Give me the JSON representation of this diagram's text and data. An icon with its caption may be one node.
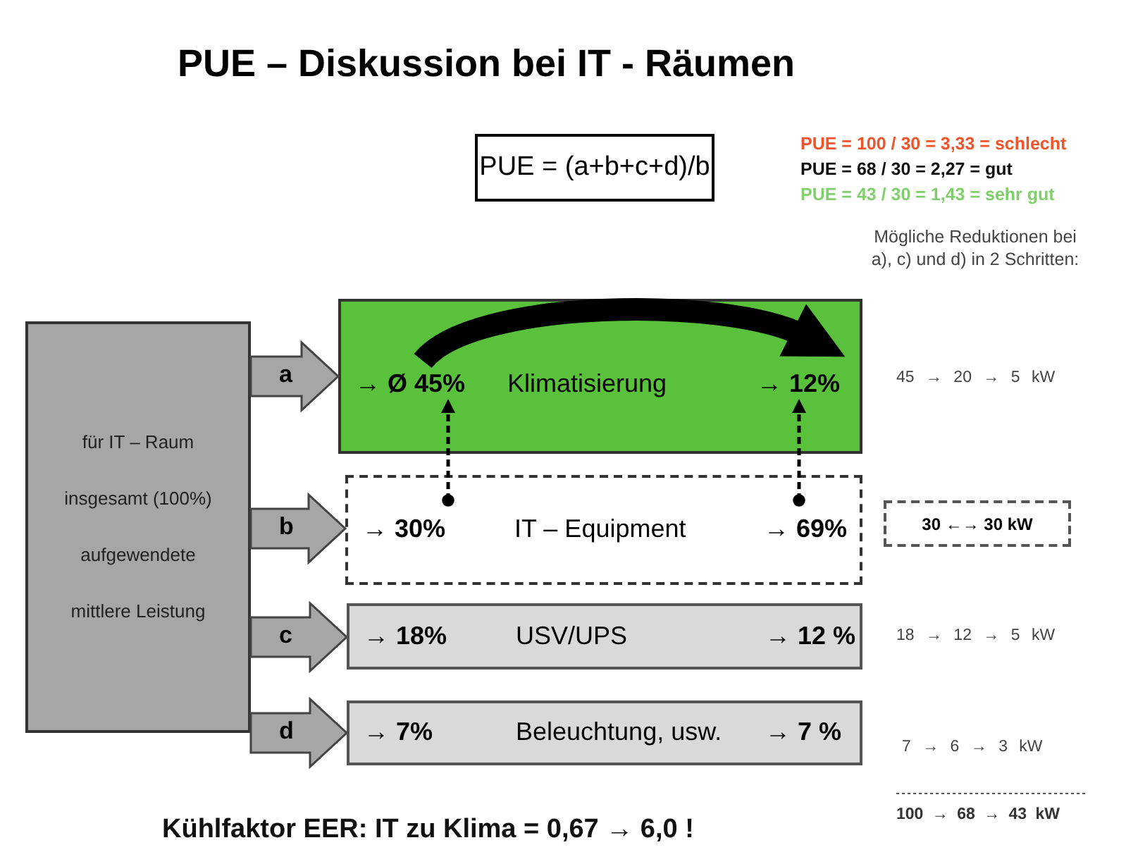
{
  "diagram": {
    "title": "PUE – Diskussion bei IT - Räumen",
    "nodes": [
      {
        "text": [
          "für IT – Raum insgesamt (100%) aufgewendete mittlere Leistung"
        ]
      },
      {
        "text": [
          "→ Ø 45%",
          "Klimatisierung",
          "→ 12%"
        ]
      },
      {
        "text": [
          "→ 30%",
          "IT – Equipment",
          "→ 69%"
        ]
      },
      {
        "text": [
          "→ 18%",
          "USV/UPS",
          "→ 12 %"
        ]
      },
      {
        "text": [
          "→ 7%",
          "Beleuchtung, usw.",
          "→ 7 %"
        ]
      },
      {
        "text": [
          "PUE = (a+b+c+d)/b"
        ]
      },
      {
        "text": [
          "30 ←→ 30 kW"
        ]
      }
    ],
    "edges": [
      {
        "from": 0,
        "to": 1,
        "arrow": "to",
        "label": "a",
        "style": "thick"
      },
      {
        "from": 0,
        "to": 2,
        "arrow": "to",
        "label": "b",
        "style": "thick"
      },
      {
        "from": 0,
        "to": 3,
        "arrow": "to",
        "label": "c",
        "style": "thick"
      },
      {
        "from": 0,
        "to": 4,
        "arrow": "to",
        "label": "d",
        "style": "thick"
      },
      {
        "from": 2,
        "to": 1,
        "arrow": "to",
        "style": "dashed"
      },
      {
        "from": 2,
        "to": 1,
        "arrow": "to",
        "style": "dashed"
      }
    ],
    "labels": [
      "PUE = 100 / 30 = 3,33 = schlecht",
      "PUE = 68 / 30 = 2,27 = gut",
      "PUE = 43 / 30 = 1,43 = sehr gut",
      "Mögliche Reduktionen bei a), c) und d) in 2 Schritten:",
      "45 → 20 → 5 kW",
      "18 → 12 → 5 kW",
      "7 → 6 → 3 kW",
      "100 → 68 → 43 kW",
      "Kühlfaktor EER: IT zu Klima = 0,67 → 6,0 !"
    ]
  }
}
